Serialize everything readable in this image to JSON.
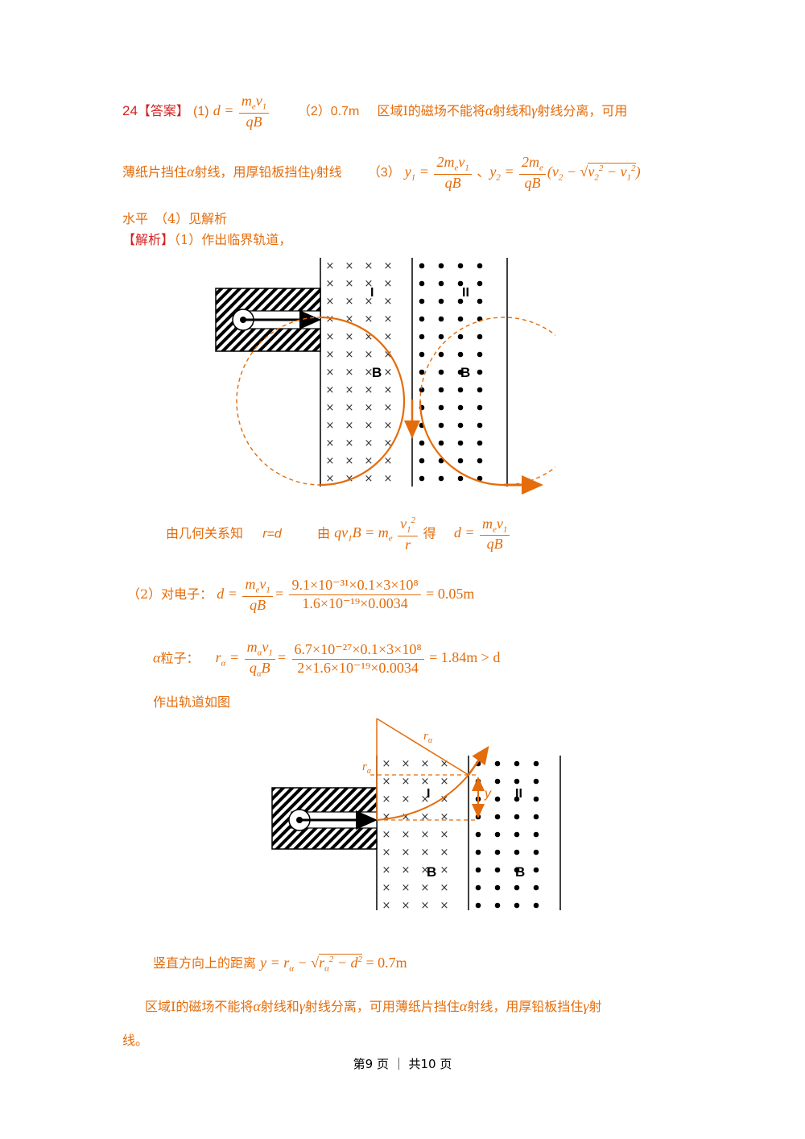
{
  "answer": {
    "number": "24",
    "label": "【答案】",
    "part1_prefix": "(1)",
    "part2_prefix": "（2）",
    "part2_value": "0.7m",
    "part2_text_a": "区域Ⅰ的磁场不能将",
    "part2_text_b": "射线和",
    "part2_text_c": "射线分离，可用",
    "line2_a": "薄纸片挡住",
    "line2_b": "射线，用厚铅板挡住",
    "line2_c": "射线",
    "part3_prefix": "（3）",
    "part3_sep": "、",
    "line3": "水平　（4）见解析"
  },
  "analysis": {
    "label": "【解析】",
    "part1_text": "（1）作出临界轨道，",
    "geom_text": "由几何关系知",
    "geom_eq": "r=d",
    "from_text": "由",
    "get_text": "得",
    "part2_text": "（2）对电子：",
    "electron_num": "9.1×10⁻³¹×0.1×3×10⁸",
    "electron_den": "1.6×10⁻¹⁹×0.0034",
    "electron_result": "= 0.05m",
    "alpha_text": "粒子：",
    "alpha_num": "6.7×10⁻²⁷×0.1×3×10⁸",
    "alpha_den": "2×1.6×10⁻¹⁹×0.0034",
    "alpha_result": "= 1.84m > d",
    "orbit_text": "作出轨道如图",
    "vertical_text": "竖直方向上的距离",
    "vertical_result": "= 0.7m",
    "concl_a": "区域Ⅰ的磁场不能将",
    "concl_b": "射线和",
    "concl_c": "射线分离，可用薄纸片挡住",
    "concl_d": "射线，用厚铅板挡住",
    "concl_e": "射",
    "concl_f": "线。"
  },
  "fig1": {
    "region1": "I",
    "region2": "II",
    "field1": "B",
    "field2": "B"
  },
  "fig2": {
    "region1": "I",
    "region2": "II",
    "field1": "B",
    "field2": "B",
    "y_label": "y"
  },
  "footer": {
    "text": "第9 页 ｜ 共10 页"
  },
  "colors": {
    "accent": "#e46c0a",
    "label_red": "#d42020"
  }
}
